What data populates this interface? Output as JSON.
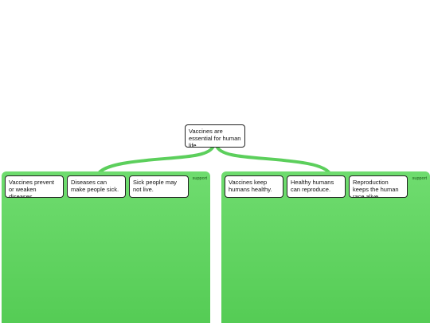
{
  "diagram": {
    "type": "argument-map",
    "accent_color": "#5ccf5c",
    "root": {
      "text": "Vaccines are essential for human life."
    },
    "groups": [
      {
        "tag": "support",
        "premises": [
          "Vaccines prevent or weaken diseases.",
          "Diseases can make people sick.",
          "Sick people may not live."
        ]
      },
      {
        "tag": "support",
        "premises": [
          "Vaccines keep humans healthy.",
          "Healthy humans can reproduce.",
          "Reproduction keeps the human race alive."
        ]
      }
    ]
  }
}
